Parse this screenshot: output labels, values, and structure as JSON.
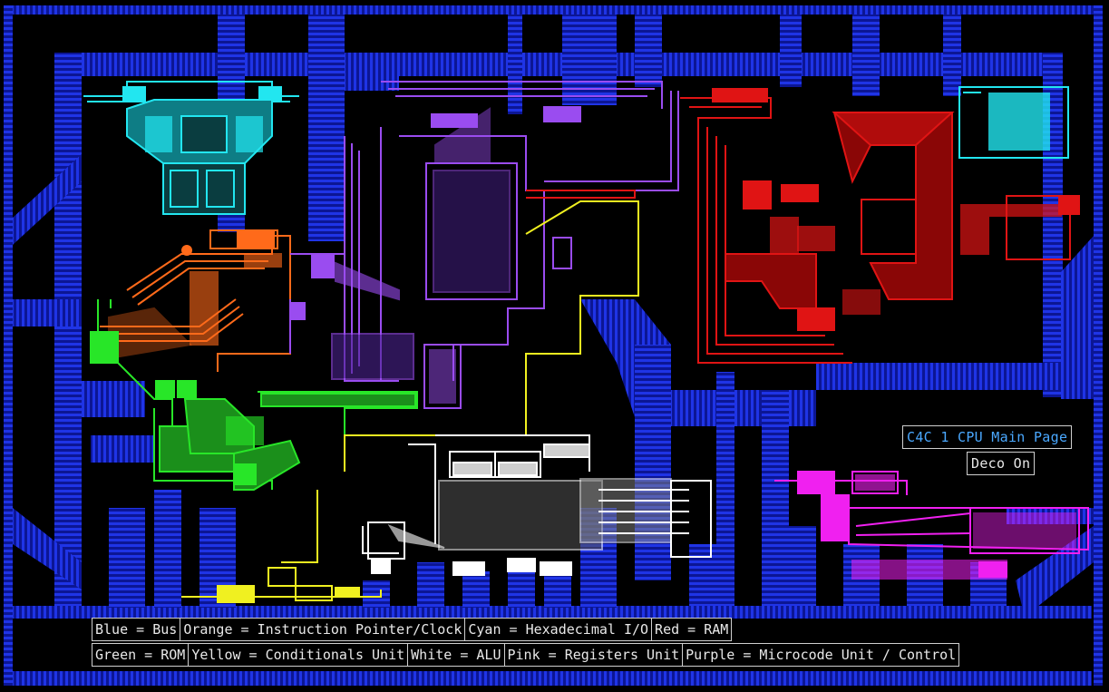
{
  "map": {
    "title_sign": "C4C 1 CPU Main Page",
    "deco_button": "Deco On"
  },
  "legend": {
    "row1": [
      {
        "label": "Blue = Bus",
        "color": "#1a2bd8"
      },
      {
        "label": "Orange = Instruction Pointer/Clock",
        "color": "#ff6a1a"
      },
      {
        "label": "Cyan = Hexadecimal I/O",
        "color": "#22e6f0"
      },
      {
        "label": "Red = RAM",
        "color": "#e01414"
      }
    ],
    "row2": [
      {
        "label": "Green = ROM",
        "color": "#28e628"
      },
      {
        "label": "Yellow = Conditionals Unit",
        "color": "#f0f020"
      },
      {
        "label": "White = ALU",
        "color": "#ffffff"
      },
      {
        "label": "Pink = Registers Unit",
        "color": "#f020f0"
      },
      {
        "label": "Purple = Microcode Unit / Control",
        "color": "#9a4cf0"
      }
    ]
  },
  "colors": {
    "bus": "#1a2bd8",
    "bus_dark": "#0c1694",
    "orange": "#ff6a1a",
    "cyan": "#22e6f0",
    "red": "#e01414",
    "red_dark": "#8a0606",
    "green": "#28e628",
    "yellow": "#f0f020",
    "white": "#ffffff",
    "pink": "#f020f0",
    "purple": "#9a4cf0"
  }
}
